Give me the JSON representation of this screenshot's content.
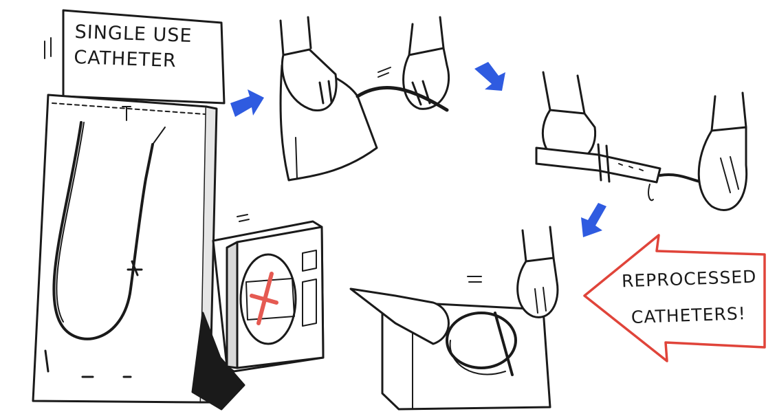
{
  "labels": {
    "single_use": {
      "line1": "SINGLE USE",
      "line2": "CATHETER"
    },
    "reprocessed": {
      "line1": "REPROCESSED",
      "line2": "CATHETERS!"
    }
  },
  "colors": {
    "ink": "#1a1a1a",
    "arrow_blue": "#2f5be0",
    "callout_red": "#e0443a",
    "sterilizer_handle": "#e55a52"
  }
}
